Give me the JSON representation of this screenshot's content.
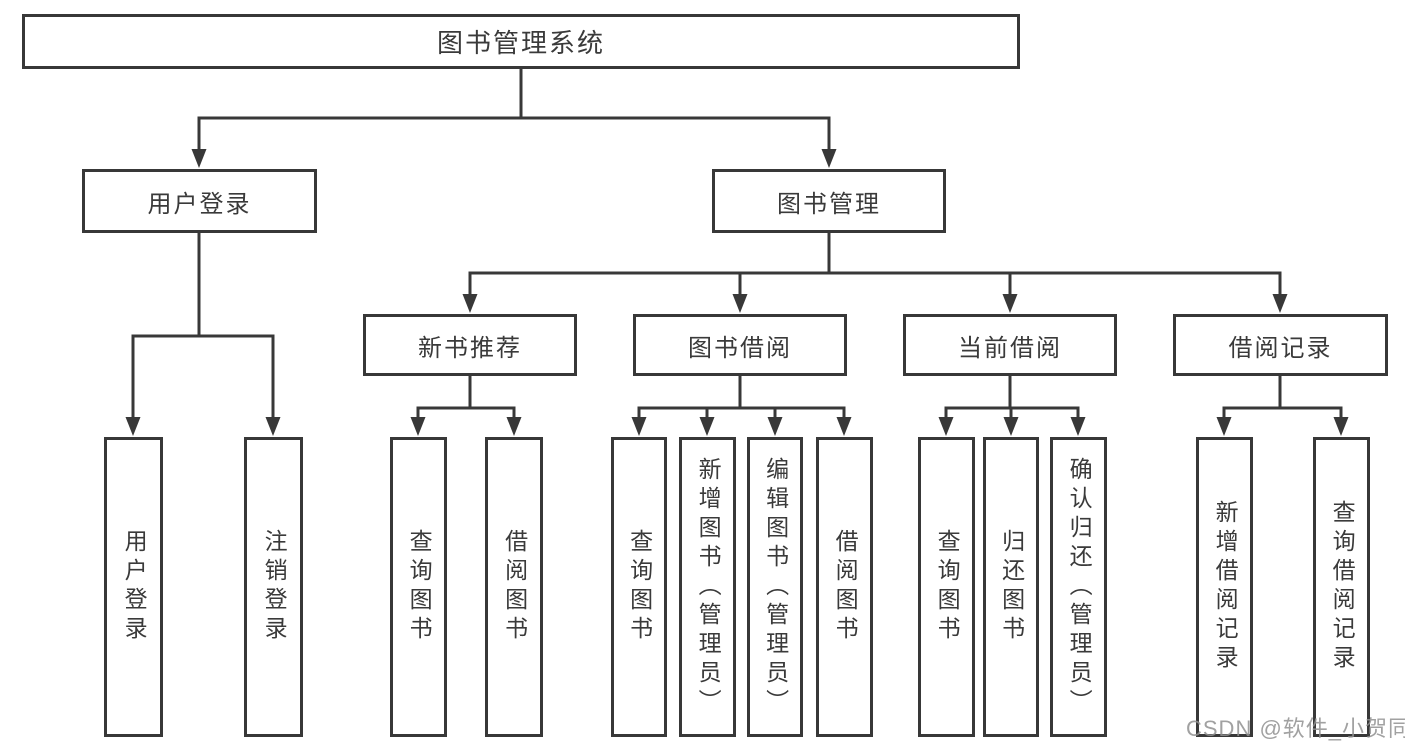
{
  "tree": {
    "root": {
      "label": "图书管理系统"
    },
    "branches": [
      {
        "label": "用户登录",
        "children": [
          {
            "label": "用户登录"
          },
          {
            "label": "注销登录"
          }
        ]
      },
      {
        "label": "图书管理",
        "sections": [
          {
            "label": "新书推荐",
            "children": [
              {
                "label": "查询图书"
              },
              {
                "label": "借阅图书"
              }
            ]
          },
          {
            "label": "图书借阅",
            "children": [
              {
                "label": "查询图书"
              },
              {
                "label": "新增图书（管理员）"
              },
              {
                "label": "编辑图书（管理员）"
              },
              {
                "label": "借阅图书"
              }
            ]
          },
          {
            "label": "当前借阅",
            "children": [
              {
                "label": "查询图书"
              },
              {
                "label": "归还图书"
              },
              {
                "label": "确认归还（管理员）"
              }
            ]
          },
          {
            "label": "借阅记录",
            "children": [
              {
                "label": "新增借阅记录"
              },
              {
                "label": "查询借阅记录"
              }
            ]
          }
        ]
      }
    ]
  },
  "watermark": {
    "text": "CSDN @软件_小贺同学"
  },
  "colors": {
    "line": "#383838",
    "text": "#3a3a3a",
    "background": "#ffffff",
    "watermark": "#919191"
  }
}
